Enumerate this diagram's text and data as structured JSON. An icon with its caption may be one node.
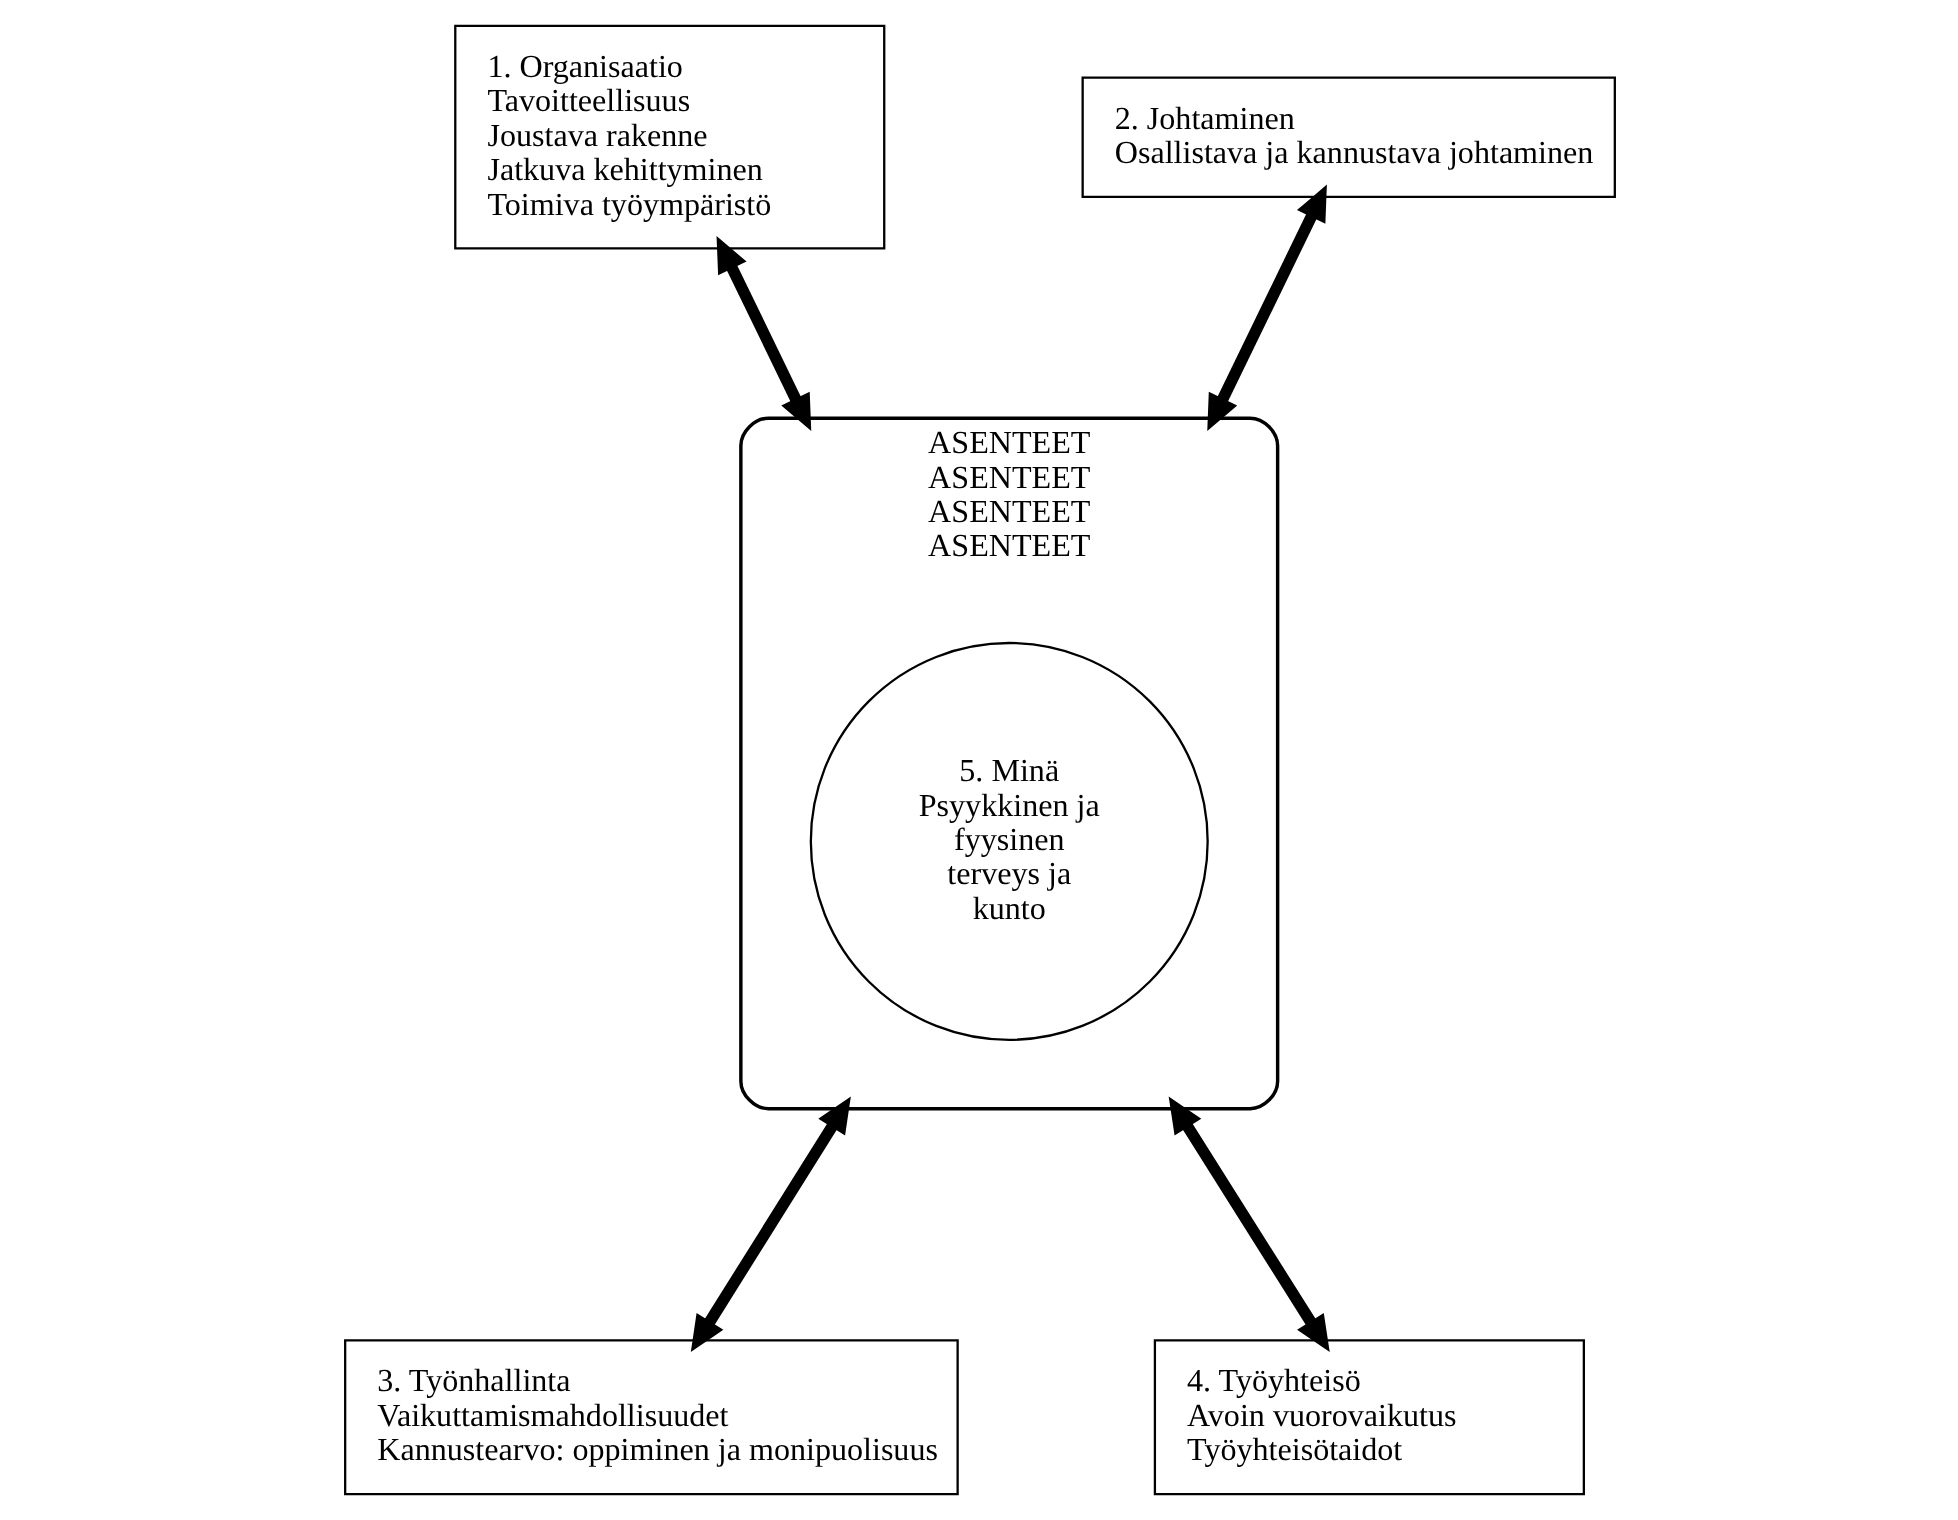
{
  "diagram": {
    "nodes": [
      {
        "text": [
          "1. Organisaatio",
          "Tavoitteellisuus",
          "Joustava rakenne",
          "Jatkuva kehittyminen",
          "Toimiva työympäristö"
        ]
      },
      {
        "text": [
          "2. Johtaminen",
          "Osallistava ja kannustava johtaminen"
        ]
      },
      {
        "text": [
          "ASENTEET",
          "ASENTEET",
          "ASENTEET",
          "ASENTEET"
        ]
      },
      {
        "text": [
          "5. Minä",
          "Psyykkinen ja fyysinen terveys ja kunto"
        ],
        "in": 2
      },
      {
        "text": [
          "3. Työnhallinta",
          "Vaikuttamismahdollisuudet",
          "Kannustearvo: oppiminen ja monipuolisuus"
        ]
      },
      {
        "text": [
          "4. Työyhteisö",
          "Avoin vuorovaikutus",
          "Työyhteisötaidot"
        ]
      }
    ],
    "edges": [
      {
        "from": 0,
        "to": 2,
        "arrow": "both"
      },
      {
        "from": 1,
        "to": 2,
        "arrow": "both"
      },
      {
        "from": 2,
        "to": 4,
        "arrow": "both"
      },
      {
        "from": 2,
        "to": 5,
        "arrow": "both"
      }
    ]
  }
}
